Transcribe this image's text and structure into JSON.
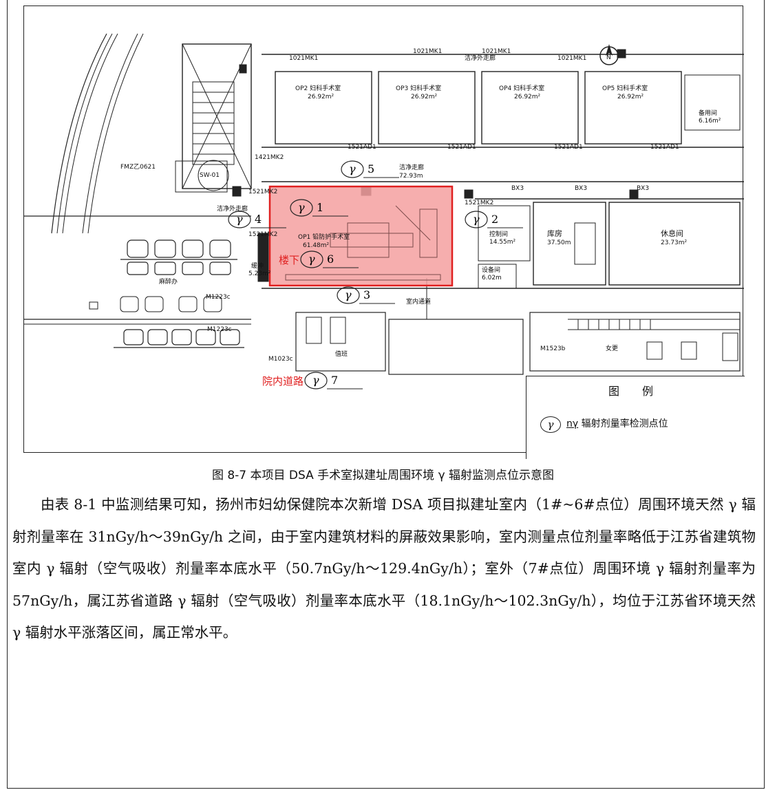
{
  "plan": {
    "room_labels": {
      "op2": "OP2 妇科手术室",
      "op3": "OP3 妇科手术室",
      "op4": "OP4 妇科手术室",
      "op5": "OP5 妇科手术室",
      "op1": "OP1 铅防护手术室",
      "op1_area": "61.48m²",
      "area_small": "26.92m²",
      "clean_outer_corridor": "洁净外走廊",
      "clean_corridor": "洁净走廊",
      "clean_corridor_len": "72.93m",
      "spare_room": "备用间",
      "spare_area": "6.16m²",
      "control_room": "控制间",
      "control_area": "14.55m²",
      "storage": "库房",
      "storage_area": "37.50m",
      "rest": "休息间",
      "rest_area": "23.73m²",
      "equipment": "设备间",
      "equipment_area": "6.02m",
      "buffer": "缓冲",
      "buffer_area": "5.23m²",
      "anesthesia": "麻醉办",
      "indoor_passage": "室内通道",
      "duty": "值班",
      "female_change": "女更",
      "clean_outer": "洁净外走廊",
      "sw": "SW-01",
      "fmz": "FMZ乙0621",
      "door_1021": "1021MK1",
      "door_1521": "1521MK2",
      "door_1521ad": "1521AD1",
      "door_1421": "1421MK2",
      "door_m1223": "M1223c",
      "door_m1023": "M1023c",
      "door_m1523": "M1523b",
      "bx": "BX3"
    },
    "points": [
      {
        "n": "1"
      },
      {
        "n": "2"
      },
      {
        "n": "3"
      },
      {
        "n": "4"
      },
      {
        "n": "5"
      },
      {
        "n": "6",
        "prefix": "楼下"
      },
      {
        "n": "7",
        "prefix": "院内道路"
      }
    ],
    "gamma_symbol": "γ",
    "north": "N"
  },
  "legend": {
    "title": "图 例",
    "symbol": "γ",
    "unit": "nγ",
    "text": "辐射剂量率检测点位"
  },
  "caption": "图 8-7 本项目 DSA 手术室拟建址周围环境 γ 辐射监测点位示意图",
  "body": "由表 8-1 中监测结果可知，扬州市妇幼保健院本次新增 DSA 项目拟建址室内（1#~6#点位）周围环境天然 γ 辐射剂量率在 31nGy/h～39nGy/h 之间，由于室内建筑材料的屏蔽效果影响，室内测量点位剂量率略低于江苏省建筑物室内 γ 辐射（空气吸收）剂量率本底水平（50.7nGy/h～129.4nGy/h）；室外（7#点位）周围环境 γ 辐射剂量率为 57nGy/h，属江苏省道路 γ 辐射（空气吸收）剂量率本底水平（18.1nGy/h～102.3nGy/h），均位于江苏省环境天然 γ 辐射水平涨落区间，属正常水平。",
  "colors": {
    "highlight_fill": "#f4a0a0",
    "highlight_stroke": "#e02020",
    "red_text": "#e02020"
  }
}
